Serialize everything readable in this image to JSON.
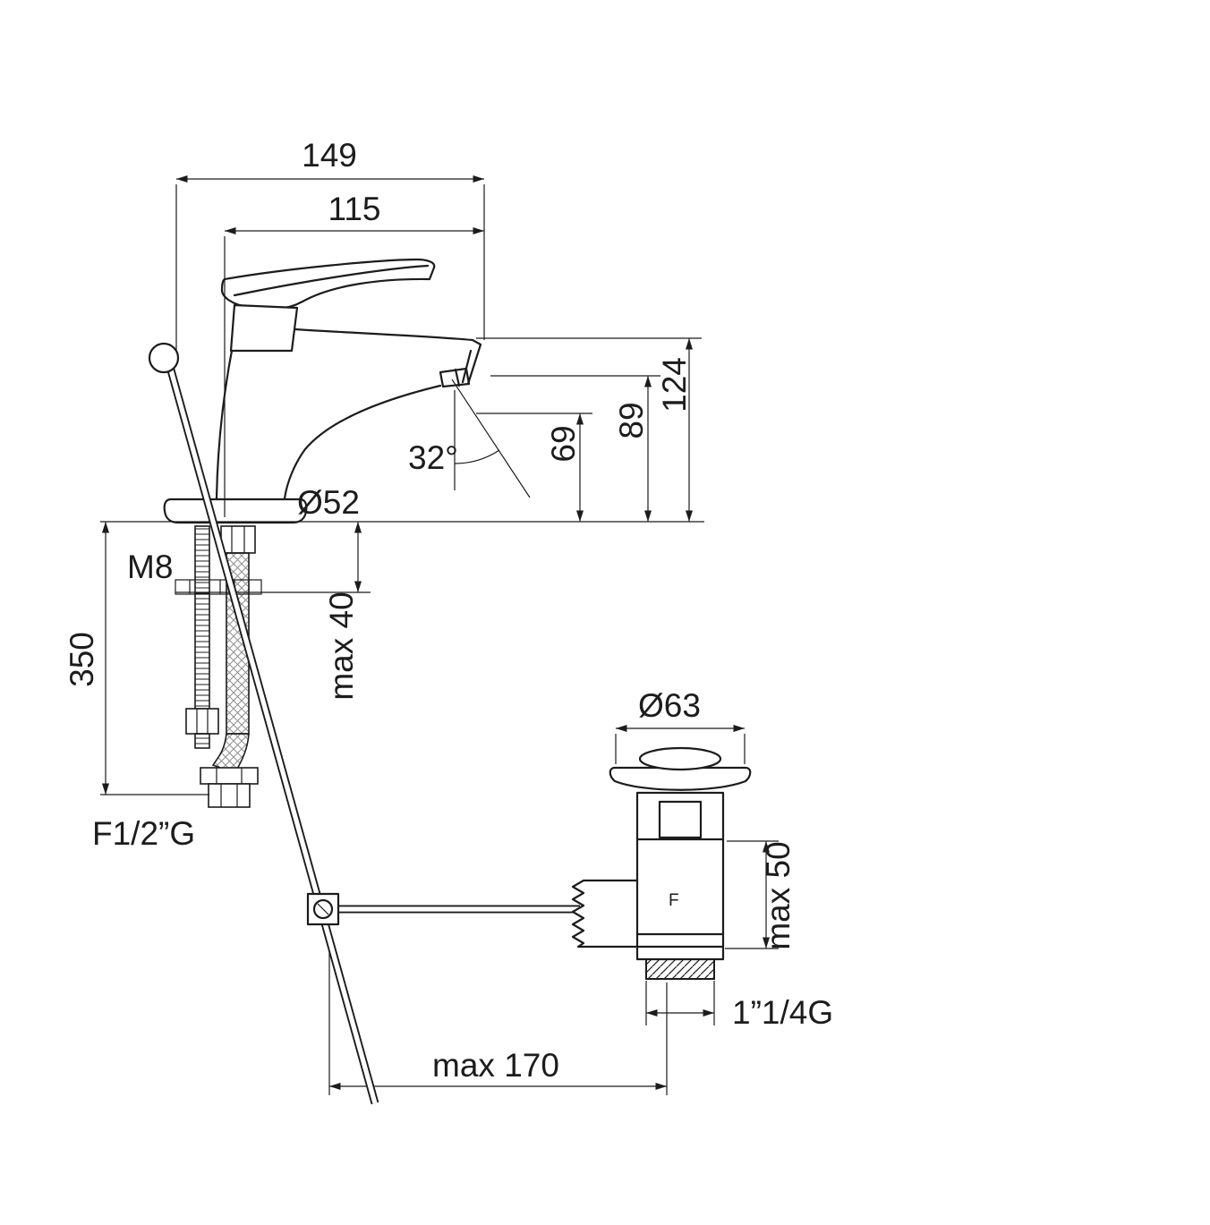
{
  "page": {
    "background": "#ffffff",
    "line_color": "#1c1c1c",
    "drawing_type": "technical dimension drawing",
    "subject": "single-lever basin mixer tap with pop-up waste"
  },
  "dimensions": {
    "total_projection": "149",
    "spout_reach": "115",
    "height_to_top": "124",
    "height_to_spout": "89",
    "height_to_outlet": "69",
    "outlet_angle": "32°",
    "base_diameter": "Ø52",
    "fixing_stud": "M8",
    "hose_length": "350",
    "max_deck_thickness": "max 40",
    "hose_thread": "F1/2”G",
    "waste_flange_diameter": "Ø63",
    "waste_max_height": "max 50",
    "waste_thread": "1”1/4G",
    "rod_max_reach": "max 170",
    "body_mark": "F"
  }
}
